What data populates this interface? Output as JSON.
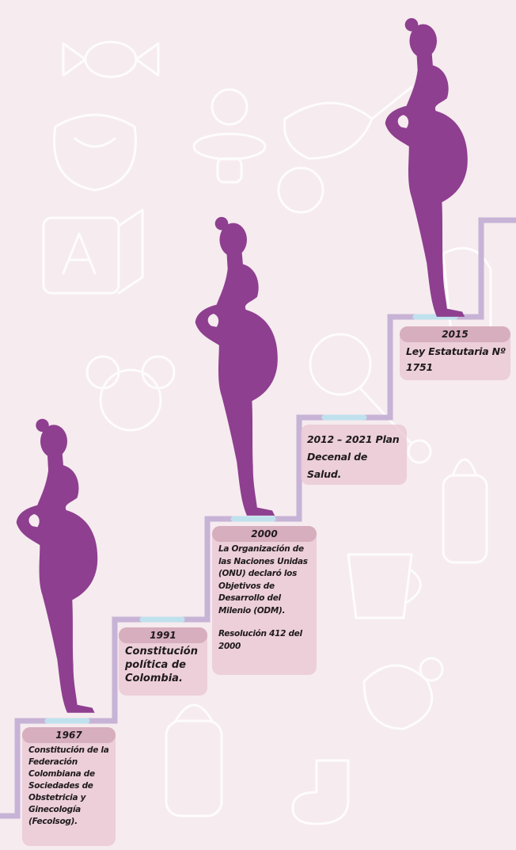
{
  "milestones": [
    {
      "year": "1967",
      "text": "Constitución de la Federación Colombiana de Sociedades de Obstetricia y Ginecología (Fecolsog)."
    },
    {
      "year": "1991",
      "text": "Constitución política de Colombia."
    },
    {
      "year": "2000",
      "text": "La Organización de las Naciones Unidas (ONU) declaró los Objetivos de Desarrollo del Milenio (ODM).",
      "text2": "Resolución 412 del 2000"
    },
    {
      "year": "",
      "text": "2012 – 2021 Plan Decenal de Salud."
    },
    {
      "year": "2015",
      "text": "Ley Estatutaria Nº 1751"
    }
  ],
  "colors": {
    "background": "#f6ebef",
    "doodle_line": "#ffffff",
    "stairs": "#c7b3d6",
    "stairs_glow": "#bfe4ef",
    "silhouette": "#8e3f8f",
    "box": "#e8c4d0",
    "year_pill": "#d7aebd"
  },
  "figures": [
    {
      "name": "pregnant-woman-silhouette-1967"
    },
    {
      "name": "pregnant-woman-silhouette-2000"
    },
    {
      "name": "pregnant-woman-silhouette-2015"
    }
  ]
}
